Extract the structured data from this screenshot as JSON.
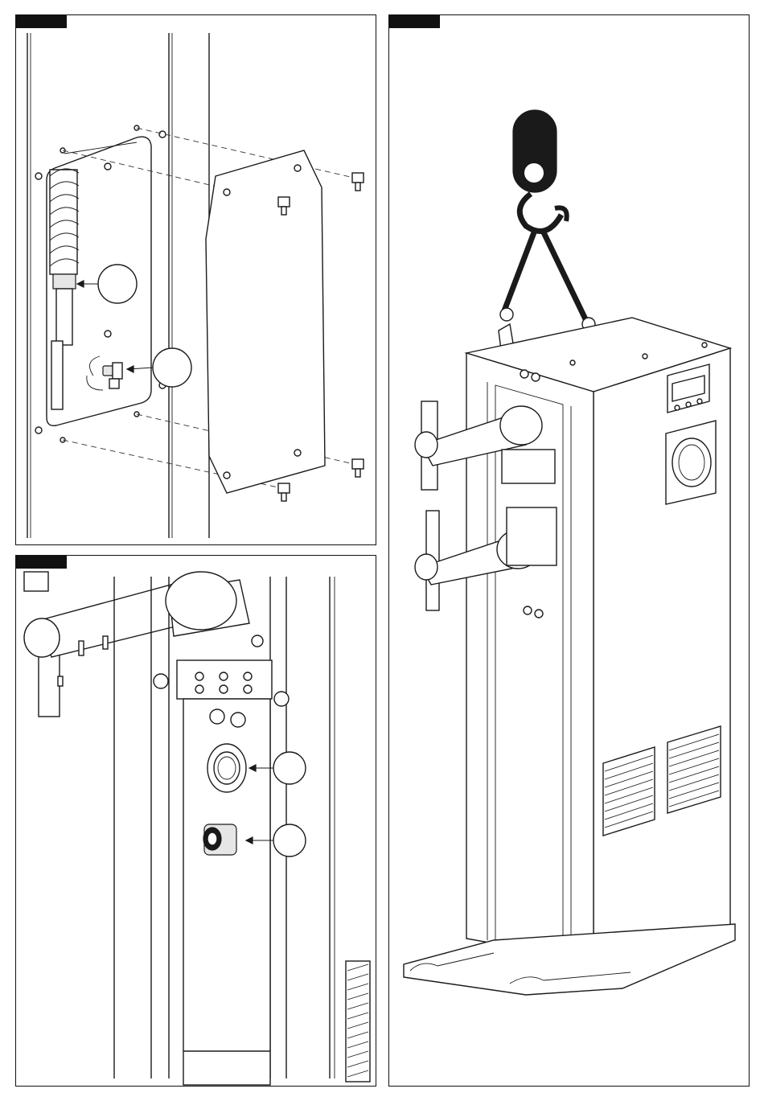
{
  "figure": {
    "background": "#ffffff",
    "ink": "#1a1a1a",
    "panels": [
      {
        "id": "panel-1",
        "tag": ""
      },
      {
        "id": "panel-2",
        "tag": ""
      },
      {
        "id": "panel-3",
        "tag": ""
      }
    ],
    "callouts": [
      {
        "panel": "panel-1",
        "label": ""
      },
      {
        "panel": "panel-1",
        "label": ""
      },
      {
        "panel": "panel-2",
        "label": ""
      },
      {
        "panel": "panel-2",
        "label": ""
      }
    ],
    "icons": [
      "lifting-hook-icon",
      "lifting-chain-icon",
      "bolt-icon",
      "valve-icon",
      "rotation-arrow-icon",
      "vent-grille-icon",
      "display-icon",
      "main-switch-icon"
    ]
  }
}
